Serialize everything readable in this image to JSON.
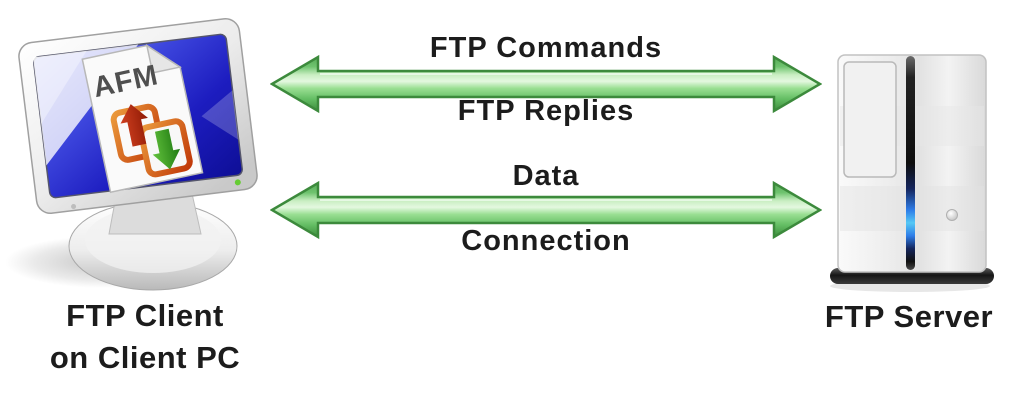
{
  "diagram": {
    "client": {
      "label_line1": "FTP Client",
      "label_line2": "on Client PC",
      "document_label": "AFM"
    },
    "server": {
      "label": "FTP Server"
    },
    "connections": [
      {
        "label_above": "FTP Commands",
        "label_below": "FTP Replies"
      },
      {
        "label_above": "Data",
        "label_below": "Connection"
      }
    ],
    "colors": {
      "background": "#ffffff",
      "text": "#1c1c1c",
      "arrow_outline": "#3c8a3c",
      "arrow_fill_light": "#d9f4d4",
      "arrow_fill_mid": "#7ccf78",
      "arrow_fill_dark": "#46a046",
      "screen_blue": "#2525c8",
      "power_led_green": "#66cc33",
      "server_led_blue": "#55c8f5"
    }
  }
}
